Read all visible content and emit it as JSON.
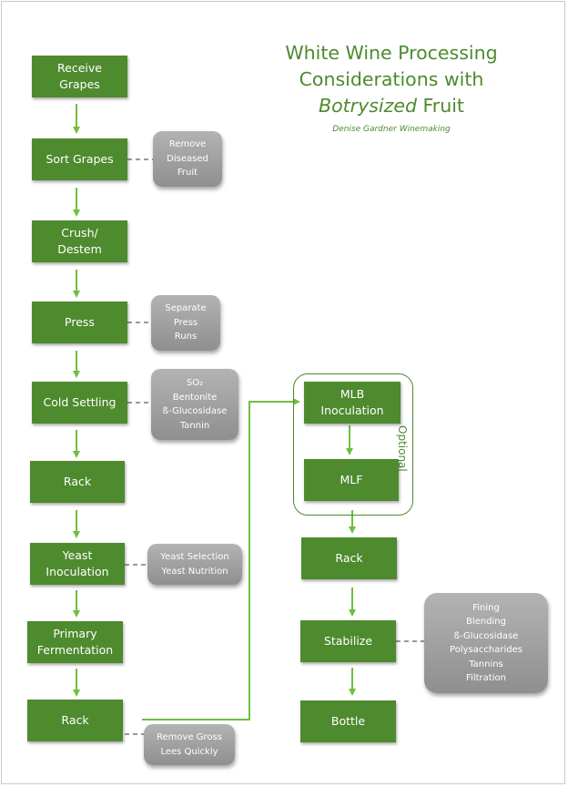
{
  "title": {
    "line1": "White Wine Processing",
    "line2": "Considerations with",
    "line3_italic": "Botrysized",
    "line3_rest": " Fruit"
  },
  "author": "Denise Gardner Winemaking",
  "steps_left": [
    {
      "label": "Receive\nGrapes"
    },
    {
      "label": "Sort Grapes"
    },
    {
      "label": "Crush/\nDestem"
    },
    {
      "label": "Press"
    },
    {
      "label": "Cold Settling"
    },
    {
      "label": "Rack"
    },
    {
      "label": "Yeast\nInoculation"
    },
    {
      "label": "Primary\nFermentation"
    },
    {
      "label": "Rack"
    }
  ],
  "steps_right": [
    {
      "label": "MLB\nInoculation"
    },
    {
      "label": "MLF"
    },
    {
      "label": "Rack"
    },
    {
      "label": "Stabilize"
    },
    {
      "label": "Bottle"
    }
  ],
  "notes": [
    {
      "label": "Remove\nDiseased\nFruit"
    },
    {
      "label": "Separate\nPress\nRuns"
    },
    {
      "label": "SO₂\nBentonite\nß-Glucosidase\nTannin"
    },
    {
      "label": "Yeast Selection\nYeast Nutrition"
    },
    {
      "label": "Remove Gross\nLees Quickly"
    },
    {
      "label": "Fining\nBlending\nß-Glucosidase\nPolysaccharides\nTannins\nFiltration"
    }
  ],
  "optional_label": "Optional",
  "colors": {
    "green": "#4e8a2e",
    "arrow": "#6fbf3f",
    "note_gray": "#a3a3a3",
    "dash": "#9a9a9a"
  }
}
